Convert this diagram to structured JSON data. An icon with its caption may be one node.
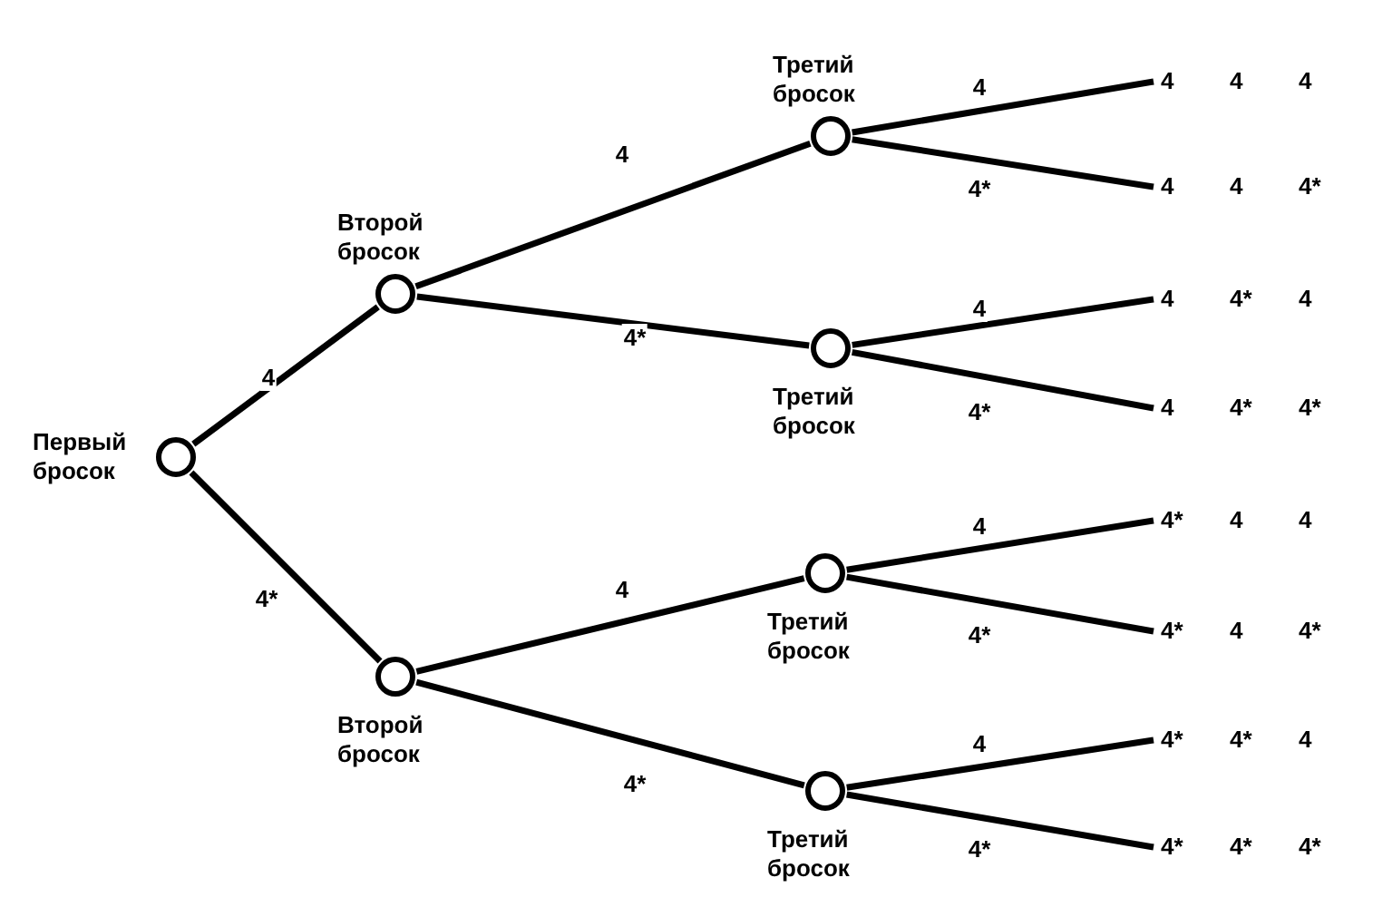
{
  "diagram": {
    "nodes": [
      {
        "text": [
          "Первый бросок"
        ]
      },
      {
        "text": [
          "Второй бросок"
        ]
      },
      {
        "text": [
          "Второй бросок"
        ]
      },
      {
        "text": [
          "Третий бросок"
        ]
      },
      {
        "text": [
          "Третий бросок"
        ]
      },
      {
        "text": [
          "Третий бросок"
        ]
      },
      {
        "text": [
          "Третий бросок"
        ]
      },
      {
        "text": [
          "4",
          "4",
          "4"
        ]
      },
      {
        "text": [
          "4",
          "4",
          "4*"
        ]
      },
      {
        "text": [
          "4",
          "4*",
          "4"
        ]
      },
      {
        "text": [
          "4",
          "4*",
          "4*"
        ]
      },
      {
        "text": [
          "4*",
          "4",
          "4"
        ]
      },
      {
        "text": [
          "4*",
          "4",
          "4*"
        ]
      },
      {
        "text": [
          "4*",
          "4*",
          "4"
        ]
      },
      {
        "text": [
          "4*",
          "4*",
          "4*"
        ]
      }
    ],
    "edges": [
      {
        "from": 0,
        "to": 1,
        "arrow": "none",
        "label": "4"
      },
      {
        "from": 0,
        "to": 2,
        "arrow": "none",
        "label": "4*"
      },
      {
        "from": 1,
        "to": 3,
        "arrow": "none",
        "label": "4"
      },
      {
        "from": 1,
        "to": 4,
        "arrow": "none",
        "label": "4*"
      },
      {
        "from": 2,
        "to": 5,
        "arrow": "none",
        "label": "4"
      },
      {
        "from": 2,
        "to": 6,
        "arrow": "none",
        "label": "4*"
      },
      {
        "from": 3,
        "to": 7,
        "arrow": "none",
        "label": "4"
      },
      {
        "from": 3,
        "to": 8,
        "arrow": "none",
        "label": "4*"
      },
      {
        "from": 4,
        "to": 9,
        "arrow": "none",
        "label": "4"
      },
      {
        "from": 4,
        "to": 10,
        "arrow": "none",
        "label": "4*"
      },
      {
        "from": 5,
        "to": 11,
        "arrow": "none",
        "label": "4"
      },
      {
        "from": 5,
        "to": 12,
        "arrow": "none",
        "label": "4*"
      },
      {
        "from": 6,
        "to": 13,
        "arrow": "none",
        "label": "4"
      },
      {
        "from": 6,
        "to": 14,
        "arrow": "none",
        "label": "4*"
      }
    ]
  }
}
